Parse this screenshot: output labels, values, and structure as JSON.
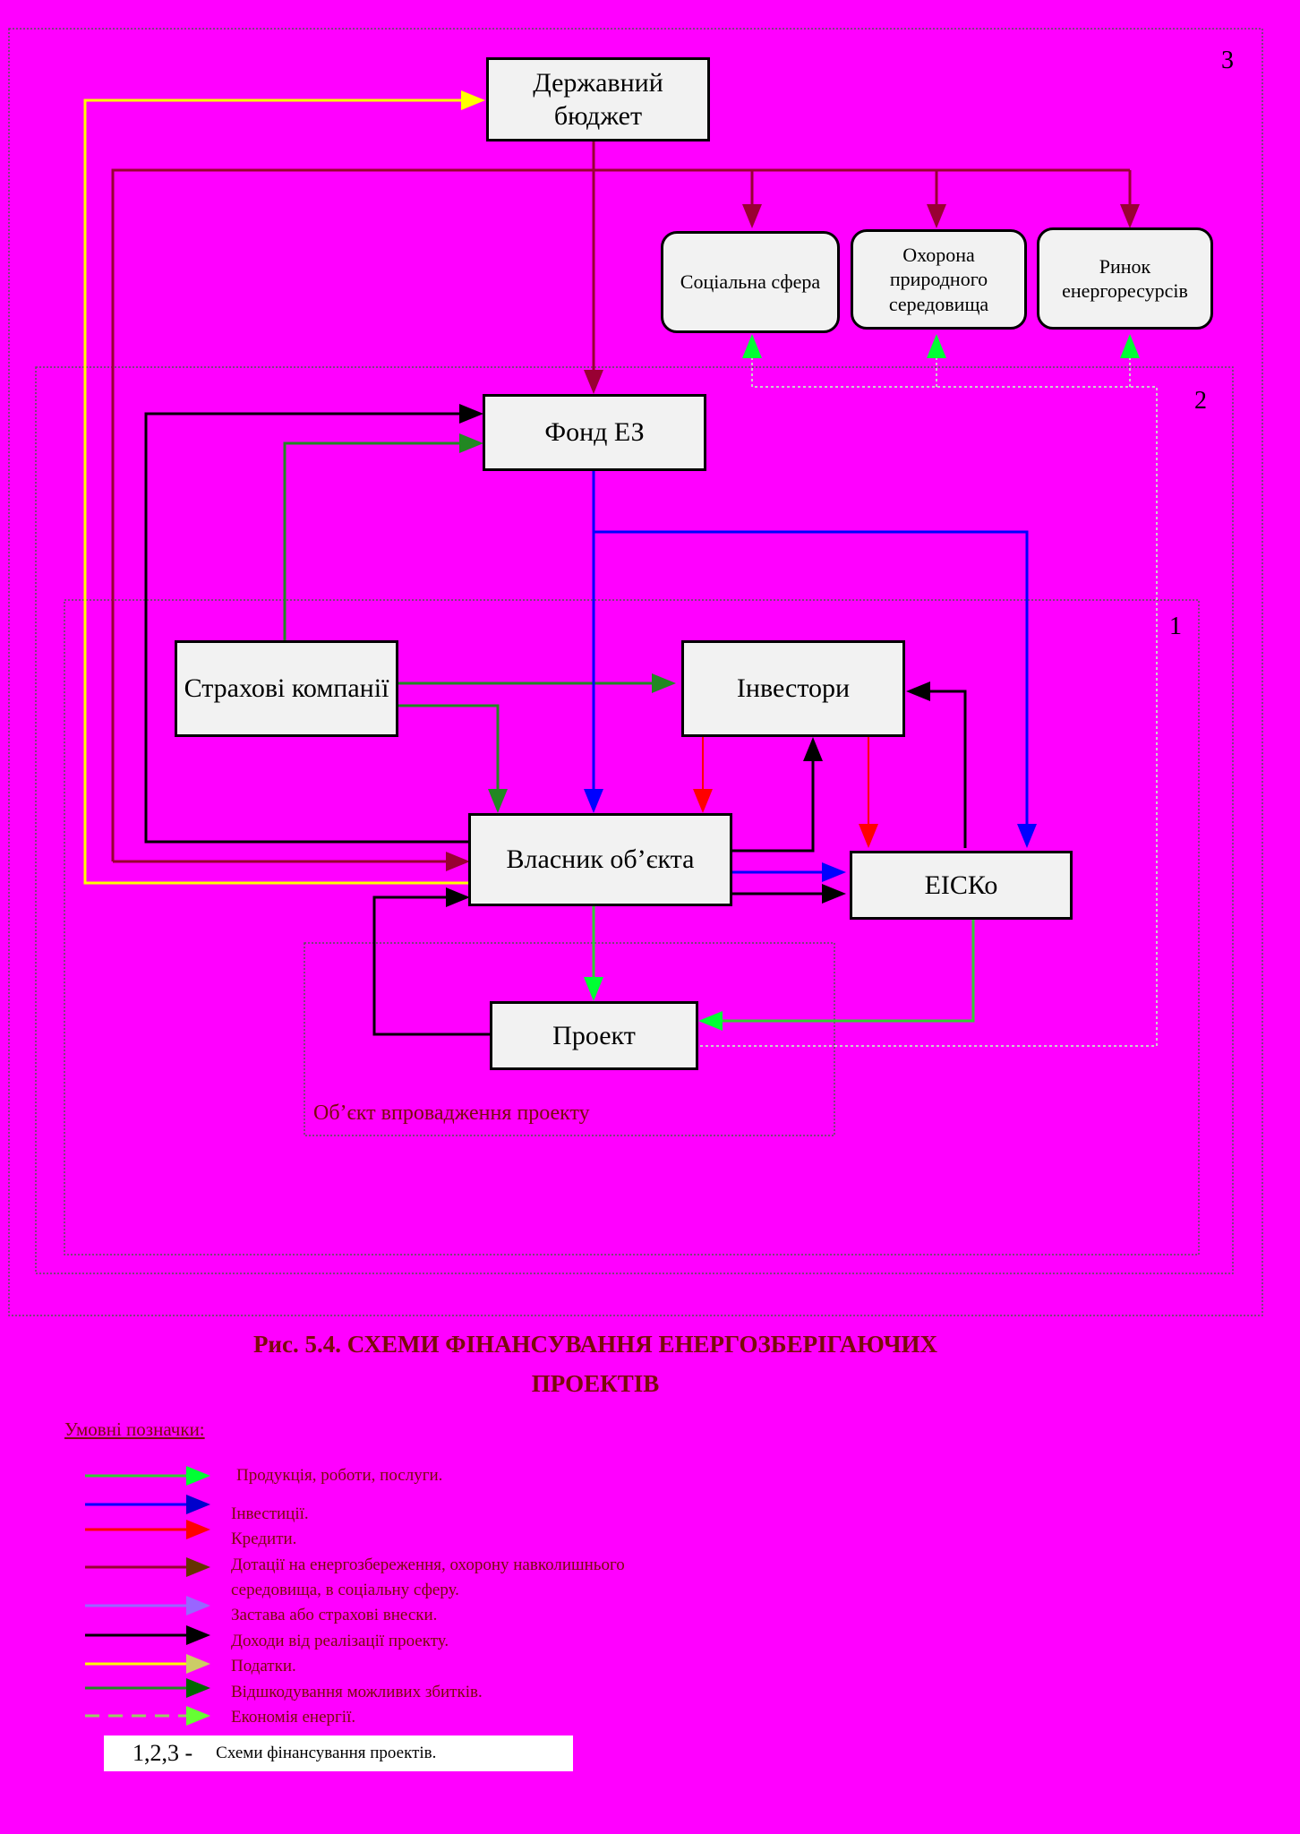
{
  "zones": {
    "z1": "1",
    "z2": "2",
    "z3": "3"
  },
  "boxes": {
    "budget": "Державний бюджет",
    "social": "Соціальна сфера",
    "environment": "Охорона природного середовища",
    "market": "Ринок енергоресурсів",
    "fund": "Фонд  ЕЗ",
    "insurance": "Страхові компанії",
    "investors": "Інвестори",
    "owner": "Власник об’єкта",
    "esco": "ЕІСКо",
    "project": "Проект"
  },
  "object_label": "Об’єкт впровадження проекту",
  "caption": {
    "line1": "Рис. 5.4. СХЕМИ ФІНАНСУВАННЯ ЕНЕРГОЗБЕРІГАЮЧИХ",
    "line2": "ПРОЕКТІВ"
  },
  "legend": {
    "title": "Умовні позначки:",
    "items": [
      {
        "text": "Продукція, роботи, послуги.",
        "color": "#00ff33"
      },
      {
        "text": "Інвестиції.",
        "color": "#0000ff"
      },
      {
        "text": "Кредити.",
        "color": "#ff0000"
      },
      {
        "text": "Дотації на енергозбереження, охорону навколишнього",
        "color": "#800000"
      },
      {
        "text": "середовища, в соціальну сферу.",
        "color": ""
      },
      {
        "text": "Застава або страхові внески.",
        "color": "#9966ff"
      },
      {
        "text": "Доходи від реалізації проекту.",
        "color": "#000000"
      },
      {
        "text": "Податки.",
        "color": "#ffff00"
      },
      {
        "text": "Відшкодування можливих збитків.",
        "color": "#006600"
      },
      {
        "text": "Економія енергії.",
        "color": "#33ff33"
      }
    ],
    "scheme_number": "1,2,3  -",
    "scheme_text": "Схеми фінансування проектів."
  },
  "colors": {
    "background": "#ff00ff",
    "product": "#00ff33",
    "investment": "#0000ff",
    "credit": "#ff0000",
    "subsidy": "#800000",
    "income": "#000000",
    "tax": "#ffff00",
    "compensation": "#006600",
    "saving": "#cccccc"
  }
}
